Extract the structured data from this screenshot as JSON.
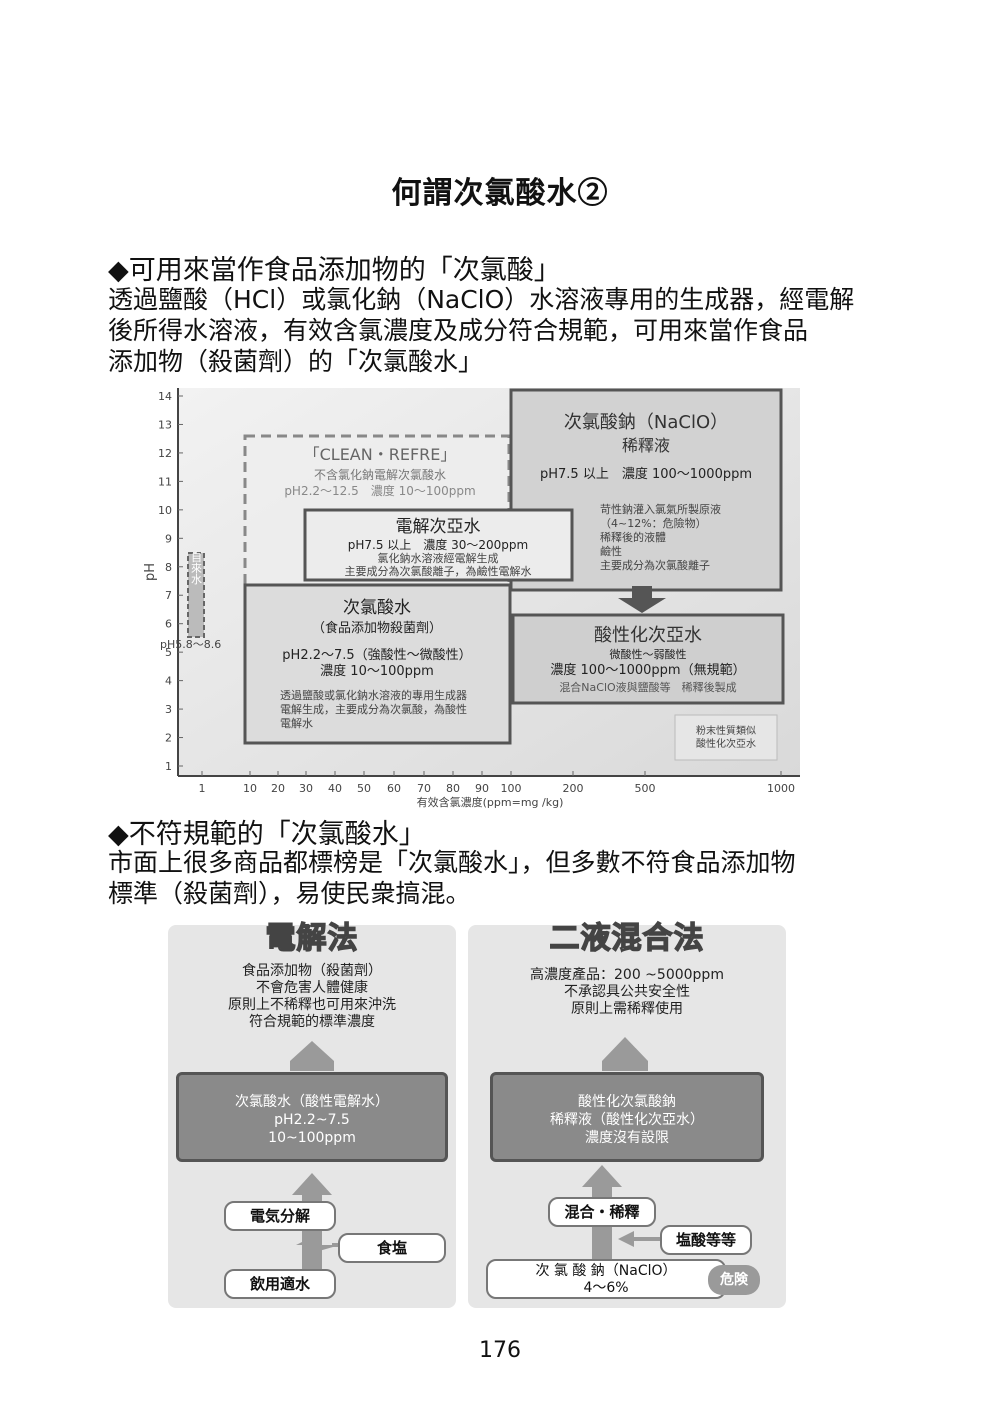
{
  "page": {
    "title": "何謂次氯酸水②",
    "section1": {
      "heading": "◆可用來當作食品添加物的「次氯酸」",
      "lines": [
        "透過鹽酸（HCl）或氯化鈉（NaClO）水溶液專用的生成器，經電解",
        "後所得水溶液，有效含氯濃度及成分符合規範，可用來當作食品",
        "添加物（殺菌劑）的「次氯酸水」"
      ]
    },
    "section2": {
      "heading": "◆不符規範的「次氯酸水」",
      "lines": [
        "市面上很多商品都標榜是「次氯酸水」，但多數不符食品添加物",
        "標準（殺菌劑），易使民衆搞混。"
      ]
    },
    "page_number": "176"
  },
  "chart_data": {
    "type": "diagram",
    "ylabel": "pH",
    "xlabel": "有效含氯濃度(ppm=mg /kg)",
    "y_ticks": [
      "1",
      "2",
      "3",
      "4",
      "5",
      "6",
      "7",
      "8",
      "9",
      "10",
      "11",
      "12",
      "13",
      "14"
    ],
    "x_ticks": [
      "1",
      "10",
      "20",
      "30",
      "40",
      "50",
      "60",
      "70",
      "80",
      "90",
      "100",
      "200",
      "500",
      "1000"
    ],
    "tap_water": {
      "label": "自來水",
      "range_label": "pH5.8～8.6"
    },
    "regions": {
      "clean": {
        "title": "「CLEAN・REFRE」",
        "l1": "不含氯化鈉電解次氯酸水",
        "l2": "pH2.2～12.5　濃度 10～100ppm"
      },
      "naclo": {
        "title": "次氯酸鈉（NaClO）",
        "sub": "稀釋液",
        "spec": "pH7.5 以上　濃度 100～1000ppm",
        "n1": "苛性鈉灌入氯氣所製原液",
        "n2": "（4~12%：危險物）",
        "n3": "稀釋後的液體",
        "n4": "鹼性",
        "n5": "主要成分為次氯酸離子"
      },
      "electro": {
        "title": "電解次亞水",
        "spec": "pH7.5 以上　濃度 30～200ppm",
        "n1": "氯化鈉水溶液經電解生成",
        "n2": "主要成分為次氯酸離子，為鹼性電解水"
      },
      "hocl": {
        "title": "次氯酸水",
        "sub": "（食品添加物殺菌劑）",
        "spec1": "pH2.2～7.5（強酸性～微酸性）",
        "spec2": "濃度 10～100ppm",
        "n1": "透過鹽酸或氯化鈉水溶液的專用生成器",
        "n2": "電解生成，主要成分為次氯酸，為酸性",
        "n3": "電解水"
      },
      "acid": {
        "title": "酸性化次亞水",
        "sub": "微酸性～弱酸性",
        "spec": "濃度 100～1000ppm（無規範）",
        "n1": "混合NaClO液與鹽酸等　稀釋後製成"
      },
      "powder": {
        "l1": "粉末性質類似",
        "l2": "酸性化次亞水"
      }
    }
  },
  "diagram_left": {
    "title": "電解法",
    "desc": [
      "食品添加物（殺菌劑）",
      "不會危害人體健康",
      "原則上不稀釋也可用來沖洗",
      "符合規範的標準濃度"
    ],
    "box": [
      "次氯酸水（酸性電解水）",
      "pH2.2~7.5",
      "10~100ppm"
    ],
    "tag_process": "電気分解",
    "tag_input": "食塩",
    "tag_source": "飲用適水"
  },
  "diagram_right": {
    "title": "二液混合法",
    "desc": [
      "高濃度產品：200 ~5000ppm",
      "不承認具公共安全性",
      "原則上需稀釋使用"
    ],
    "box": [
      "酸性化次氯酸鈉",
      "稀釋液（酸性化次亞水）",
      "濃度沒有設限"
    ],
    "tag_process": "混合・稀釋",
    "tag_input": "塩酸等等",
    "source_l1": "次 氯 酸 鈉（NaClO）",
    "source_l2": "4～6%",
    "danger": "危険"
  },
  "colors": {
    "panel_bg": "#e6e6e6",
    "box_dark": "#8a8a8a",
    "arrow": "#9a9a9a",
    "text": "#111111"
  }
}
